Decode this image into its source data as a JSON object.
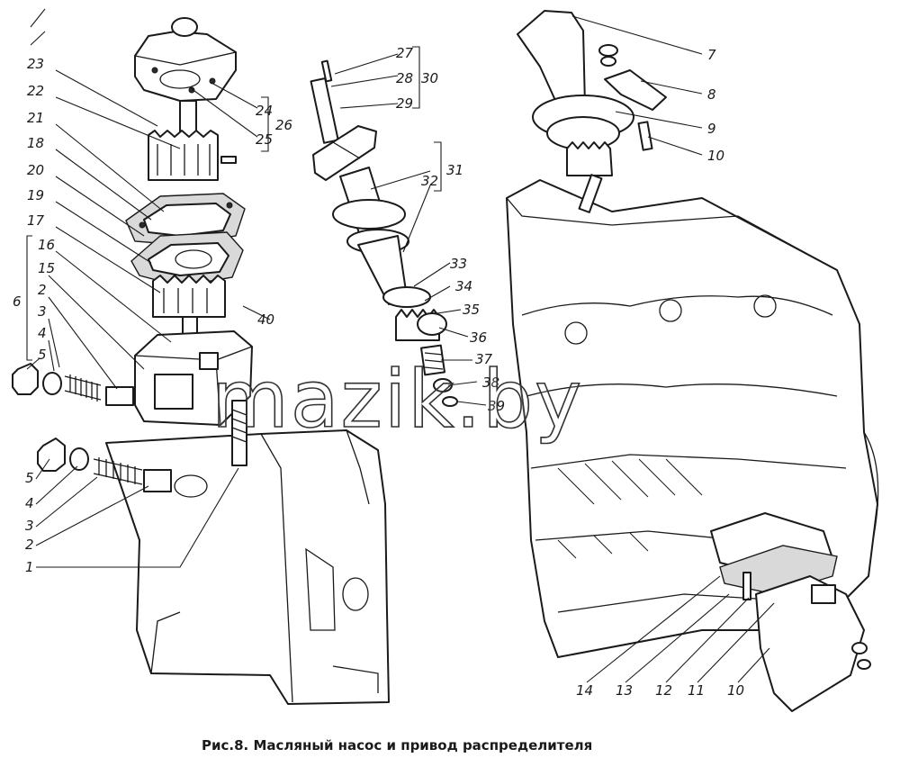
{
  "figure": {
    "caption": "Рис.8. Масляный насос и привод распределителя",
    "watermark": "mazik.by"
  },
  "callouts": [
    {
      "id": "c1",
      "label": "1"
    },
    {
      "id": "c2a",
      "label": "2"
    },
    {
      "id": "c2b",
      "label": "2"
    },
    {
      "id": "c3a",
      "label": "3"
    },
    {
      "id": "c3b",
      "label": "3"
    },
    {
      "id": "c4a",
      "label": "4"
    },
    {
      "id": "c4b",
      "label": "4"
    },
    {
      "id": "c5a",
      "label": "5"
    },
    {
      "id": "c5b",
      "label": "5"
    },
    {
      "id": "c6",
      "label": "6"
    },
    {
      "id": "c7",
      "label": "7"
    },
    {
      "id": "c8",
      "label": "8"
    },
    {
      "id": "c9",
      "label": "9"
    },
    {
      "id": "c10a",
      "label": "10"
    },
    {
      "id": "c10b",
      "label": "10"
    },
    {
      "id": "c11",
      "label": "11"
    },
    {
      "id": "c12",
      "label": "12"
    },
    {
      "id": "c13",
      "label": "13"
    },
    {
      "id": "c14",
      "label": "14"
    },
    {
      "id": "c15",
      "label": "15"
    },
    {
      "id": "c16",
      "label": "16"
    },
    {
      "id": "c17",
      "label": "17"
    },
    {
      "id": "c18",
      "label": "18"
    },
    {
      "id": "c19",
      "label": "19"
    },
    {
      "id": "c20",
      "label": "20"
    },
    {
      "id": "c21",
      "label": "21"
    },
    {
      "id": "c22",
      "label": "22"
    },
    {
      "id": "c23",
      "label": "23"
    },
    {
      "id": "c24",
      "label": "24"
    },
    {
      "id": "c25",
      "label": "25"
    },
    {
      "id": "c26",
      "label": "26"
    },
    {
      "id": "c27",
      "label": "27"
    },
    {
      "id": "c28",
      "label": "28"
    },
    {
      "id": "c29",
      "label": "29"
    },
    {
      "id": "c30",
      "label": "30"
    },
    {
      "id": "c31",
      "label": "31"
    },
    {
      "id": "c32",
      "label": "32"
    },
    {
      "id": "c33",
      "label": "33"
    },
    {
      "id": "c34",
      "label": "34"
    },
    {
      "id": "c35",
      "label": "35"
    },
    {
      "id": "c36",
      "label": "36"
    },
    {
      "id": "c37",
      "label": "37"
    },
    {
      "id": "c38",
      "label": "38"
    },
    {
      "id": "c39",
      "label": "39"
    },
    {
      "id": "c40",
      "label": "40"
    }
  ]
}
